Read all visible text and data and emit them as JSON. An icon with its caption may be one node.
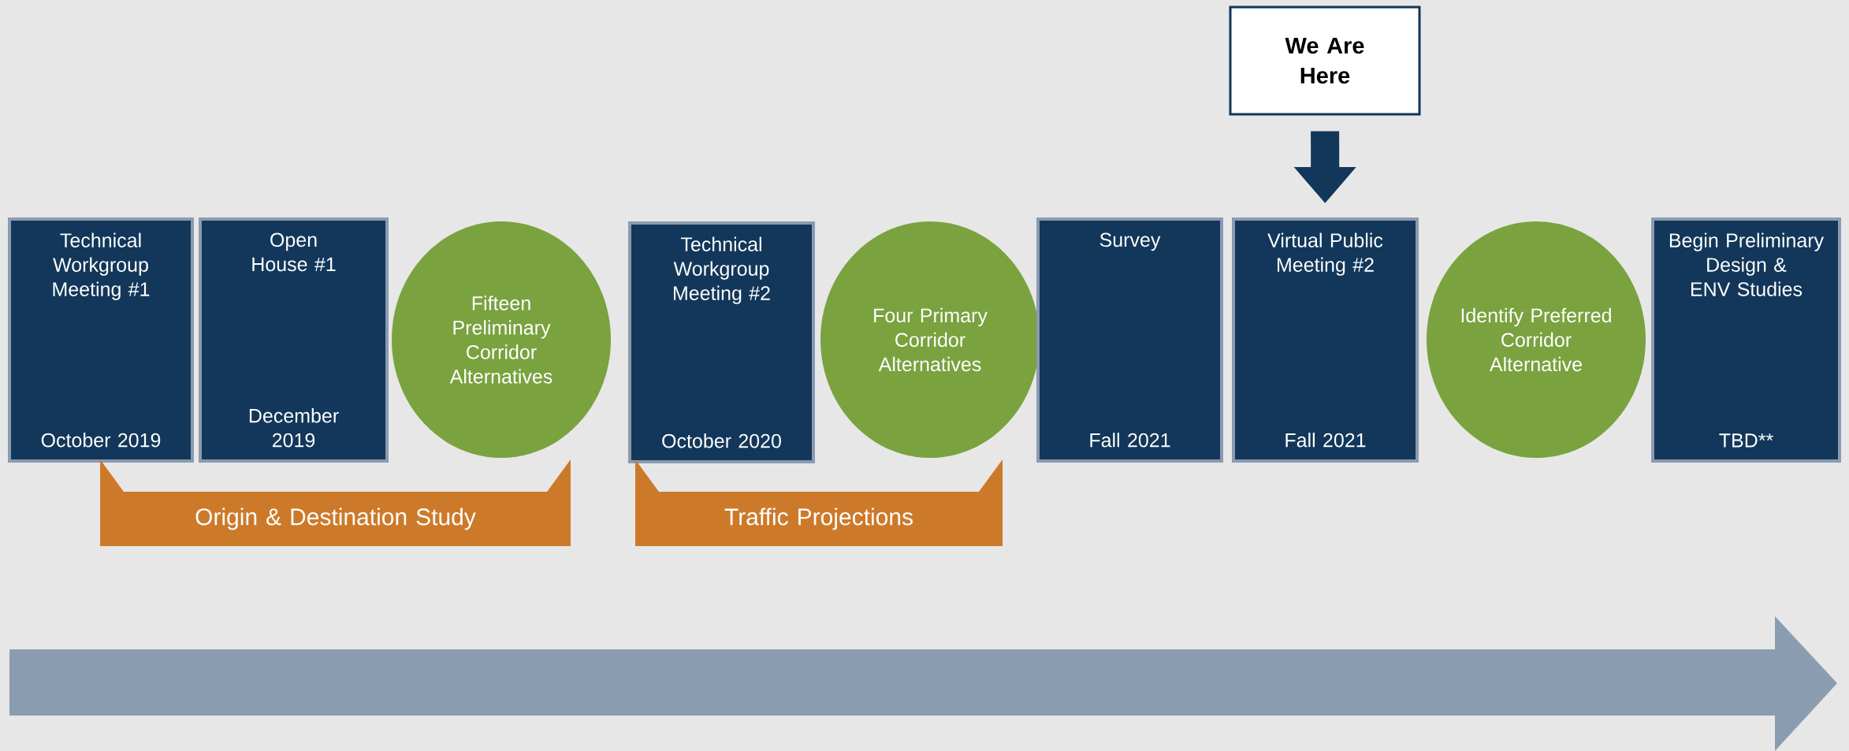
{
  "diagram": {
    "nodes": [
      {
        "text": [
          "Technical Workgroup Meeting #1",
          "October 2019"
        ]
      },
      {
        "text": [
          "Open House #1",
          "December 2019"
        ]
      },
      {
        "text": [
          "Fifteen Preliminary Corridor Alternatives"
        ]
      },
      {
        "text": [
          "Technical Workgroup Meeting #2",
          "October 2020"
        ]
      },
      {
        "text": [
          "Four Primary Corridor Alternatives"
        ]
      },
      {
        "text": [
          "Survey",
          "Fall 2021"
        ]
      },
      {
        "text": [
          "Virtual Public Meeting #2",
          "Fall 2021"
        ]
      },
      {
        "text": [
          "Identify Preferred Corridor Alternative"
        ]
      },
      {
        "text": [
          "Begin Preliminary Design & ENV Studies",
          "TBD**"
        ]
      },
      {
        "text": [
          "We Are Here"
        ]
      },
      {
        "text": [
          "Origin & Destination Study"
        ]
      },
      {
        "text": [
          "Traffic Projections"
        ]
      }
    ],
    "edges": [
      {
        "from": 9,
        "to": 6,
        "arrow": "to"
      }
    ]
  }
}
